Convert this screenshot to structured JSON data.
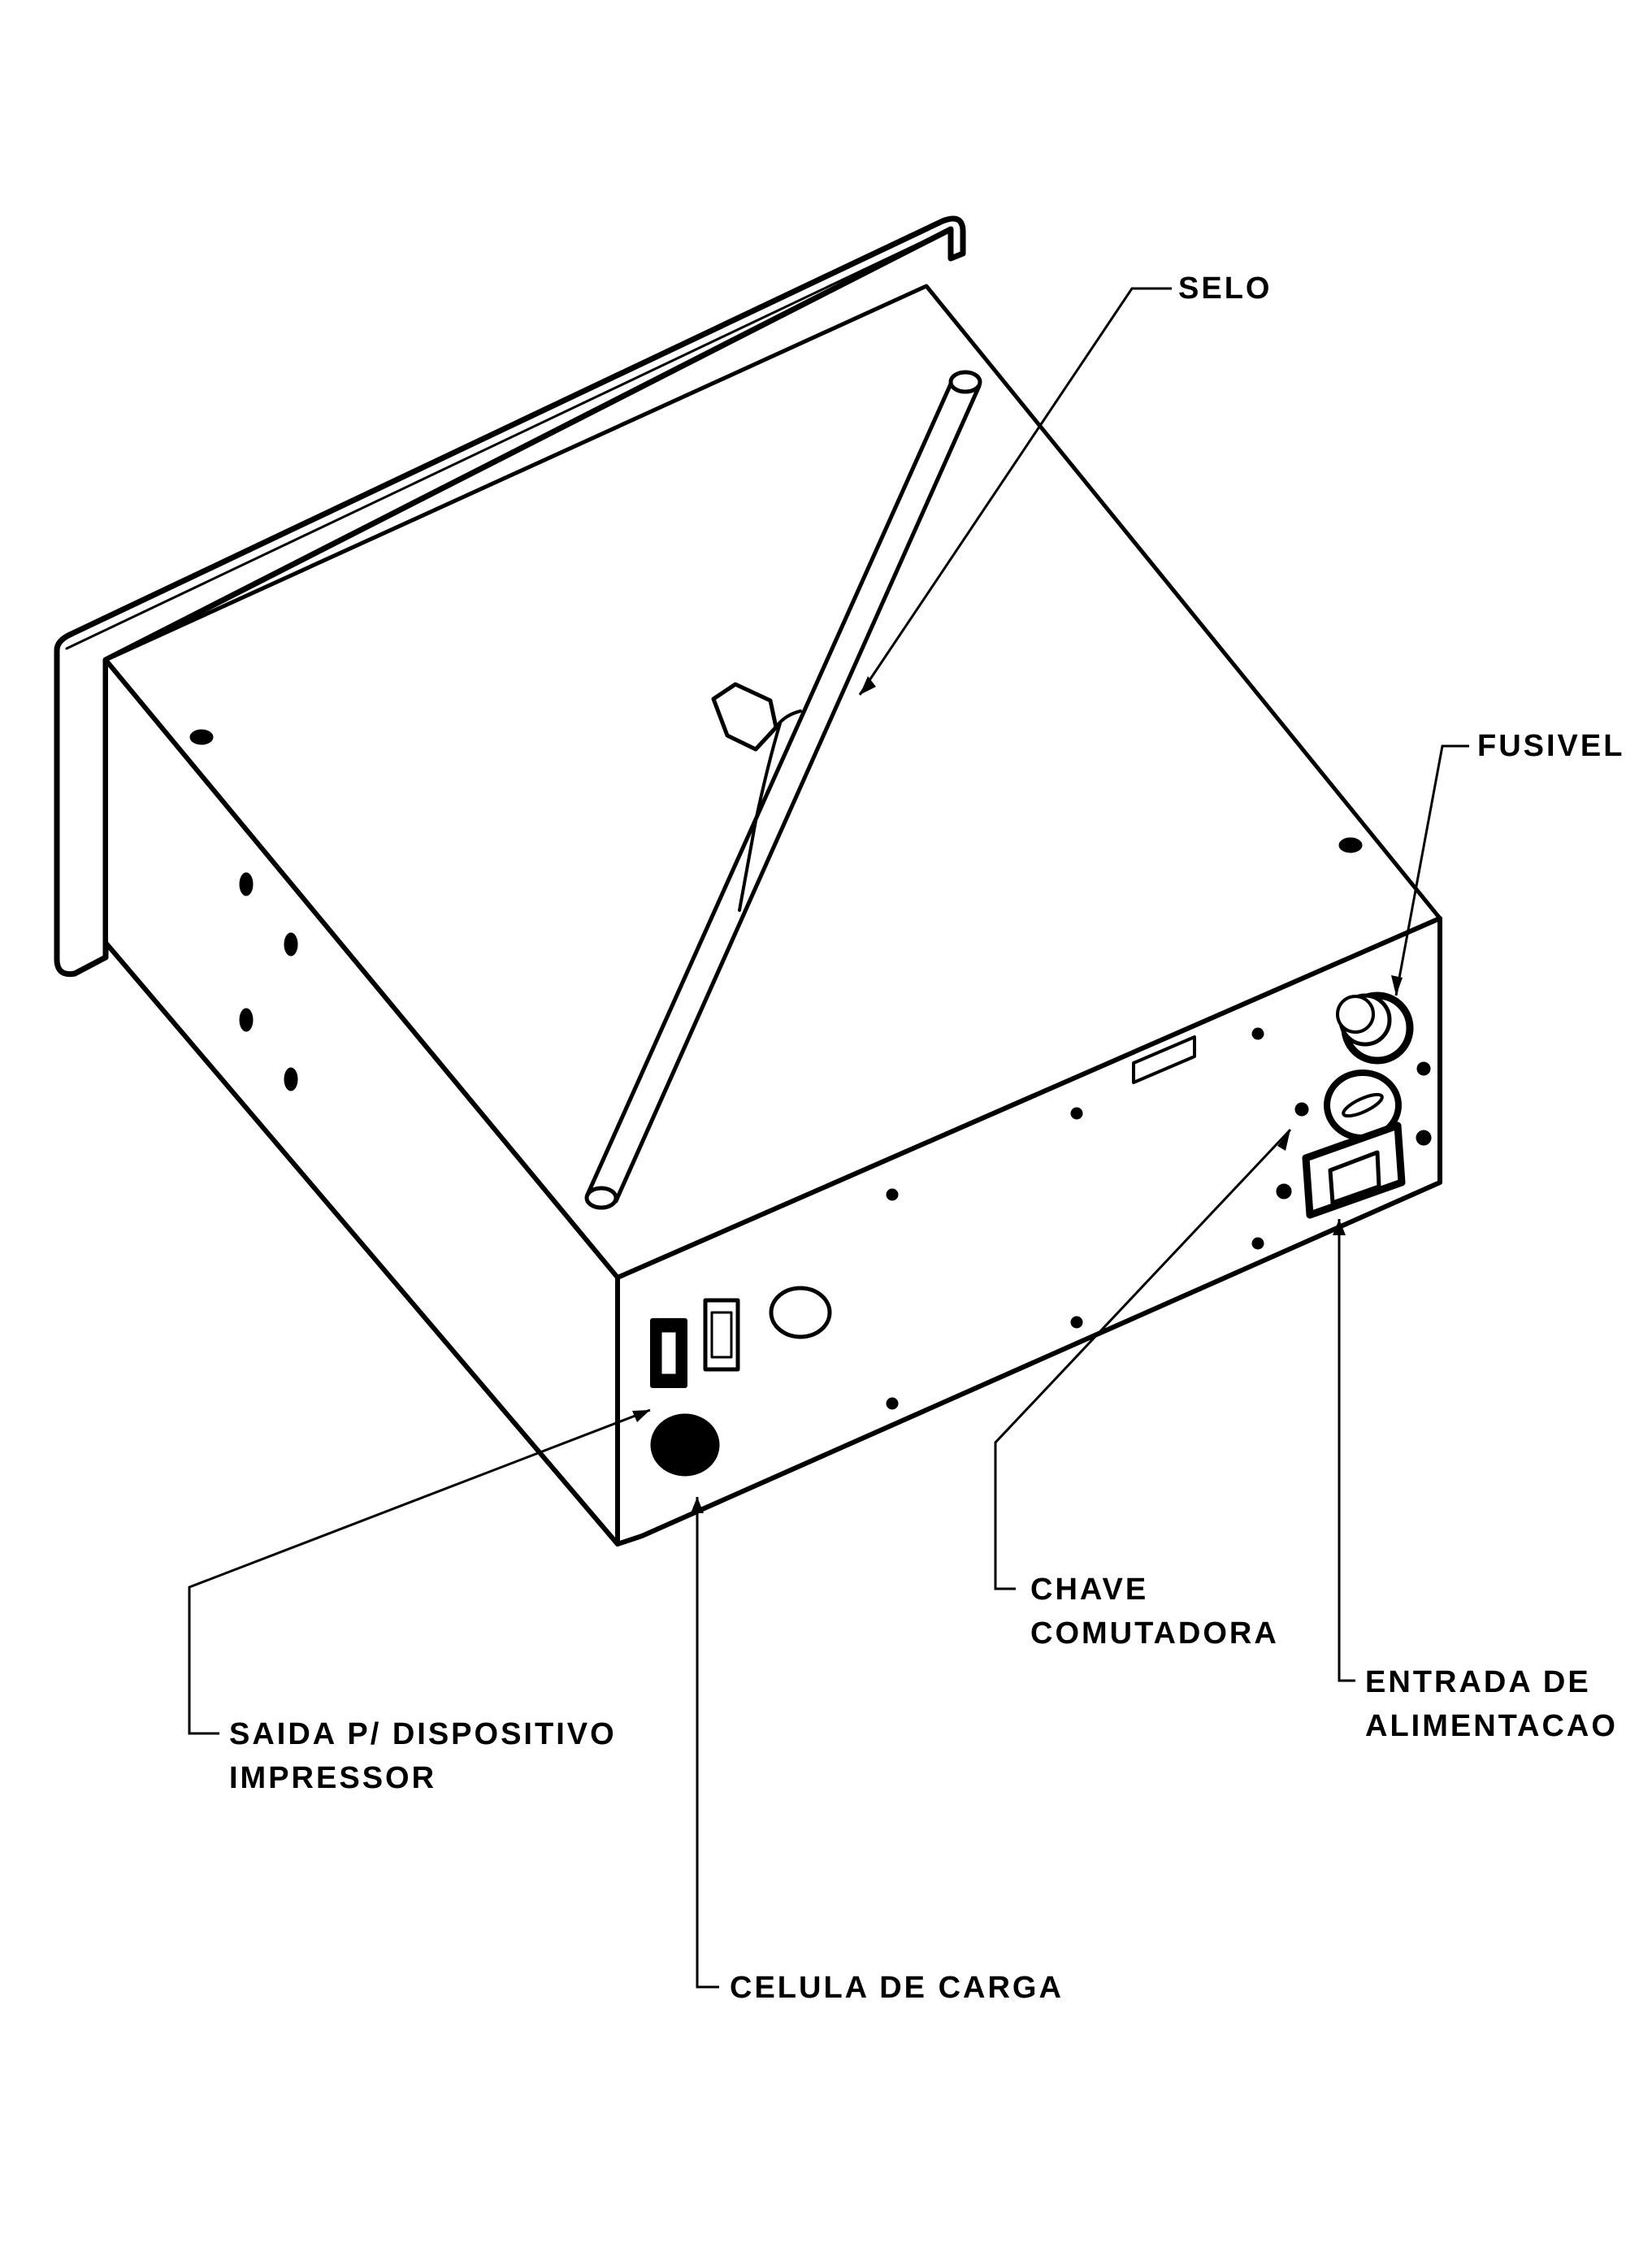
{
  "colors": {
    "ink": "#000000",
    "paper": "#ffffff"
  },
  "labels": {
    "selo": "SELO",
    "fusivel": "FUSIVEL",
    "chave_line1": "CHAVE",
    "chave_line2": "COMUTADORA",
    "entrada_line1": "ENTRADA DE",
    "entrada_line2": "ALIMENTACAO",
    "saida_line1": "SAIDA P/ DISPOSITIVO",
    "saida_line2": "IMPRESSOR",
    "celula": "CELULA DE CARGA"
  }
}
